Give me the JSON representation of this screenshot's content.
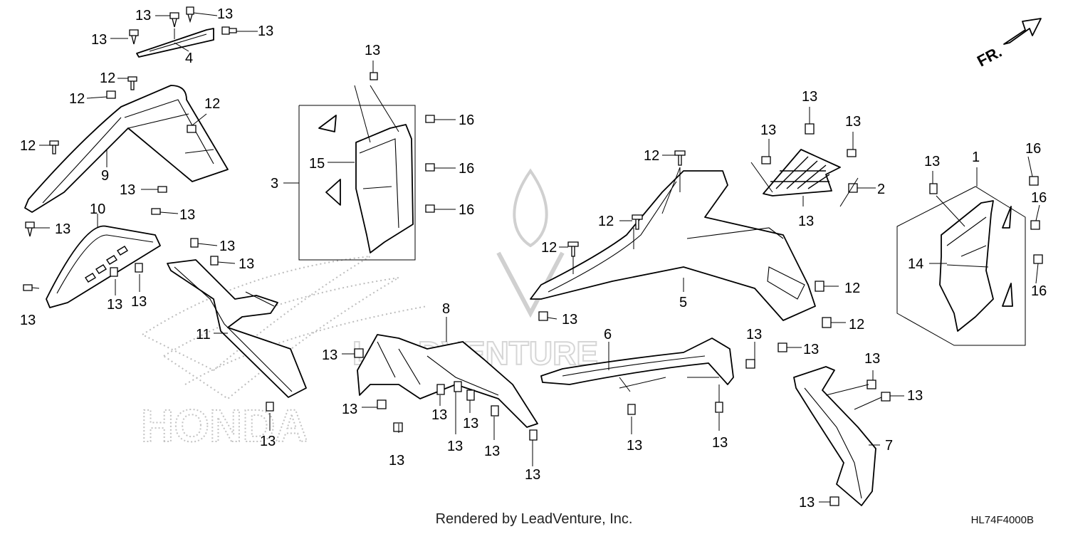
{
  "diagram": {
    "front_indicator": "FR.",
    "footer_credit": "Rendered by LeadVenture, Inc.",
    "diagram_code": "HL74F4000B",
    "watermark_brand": "HONDA",
    "callouts": [
      {
        "id": "c01",
        "label": "13"
      },
      {
        "id": "c02",
        "label": "13"
      },
      {
        "id": "c03",
        "label": "13"
      },
      {
        "id": "c04",
        "label": "13"
      },
      {
        "id": "c05",
        "label": "4"
      },
      {
        "id": "c06",
        "label": "12"
      },
      {
        "id": "c07",
        "label": "12"
      },
      {
        "id": "c08",
        "label": "12"
      },
      {
        "id": "c09",
        "label": "12"
      },
      {
        "id": "c10",
        "label": "9"
      },
      {
        "id": "c11",
        "label": "13"
      },
      {
        "id": "c12",
        "label": "10"
      },
      {
        "id": "c13",
        "label": "13"
      },
      {
        "id": "c14",
        "label": "13"
      },
      {
        "id": "c15",
        "label": "13"
      },
      {
        "id": "c16",
        "label": "13"
      },
      {
        "id": "c17",
        "label": "13"
      },
      {
        "id": "c18",
        "label": "13"
      },
      {
        "id": "c19",
        "label": "13"
      },
      {
        "id": "c20",
        "label": "11"
      },
      {
        "id": "c21",
        "label": "13"
      },
      {
        "id": "c22",
        "label": "13"
      },
      {
        "id": "c23",
        "label": "3"
      },
      {
        "id": "c24",
        "label": "15"
      },
      {
        "id": "c25",
        "label": "16"
      },
      {
        "id": "c26",
        "label": "16"
      },
      {
        "id": "c27",
        "label": "16"
      },
      {
        "id": "c28",
        "label": "8"
      },
      {
        "id": "c29",
        "label": "13"
      },
      {
        "id": "c30",
        "label": "13"
      },
      {
        "id": "c31",
        "label": "13"
      },
      {
        "id": "c32",
        "label": "13"
      },
      {
        "id": "c33",
        "label": "13"
      },
      {
        "id": "c34",
        "label": "13"
      },
      {
        "id": "c35",
        "label": "13"
      },
      {
        "id": "c36",
        "label": "13"
      },
      {
        "id": "c37",
        "label": "12"
      },
      {
        "id": "c38",
        "label": "12"
      },
      {
        "id": "c39",
        "label": "12"
      },
      {
        "id": "c40",
        "label": "13"
      },
      {
        "id": "c41",
        "label": "5"
      },
      {
        "id": "c42",
        "label": "12"
      },
      {
        "id": "c43",
        "label": "12"
      },
      {
        "id": "c44",
        "label": "6"
      },
      {
        "id": "c45",
        "label": "13"
      },
      {
        "id": "c46",
        "label": "13"
      },
      {
        "id": "c47",
        "label": "13"
      },
      {
        "id": "c48",
        "label": "13"
      },
      {
        "id": "c49",
        "label": "13"
      },
      {
        "id": "c50",
        "label": "13"
      },
      {
        "id": "c51",
        "label": "13"
      },
      {
        "id": "c52",
        "label": "2"
      },
      {
        "id": "c53",
        "label": "13"
      },
      {
        "id": "c54",
        "label": "13"
      },
      {
        "id": "c55",
        "label": "13"
      },
      {
        "id": "c56",
        "label": "7"
      },
      {
        "id": "c57",
        "label": "13"
      },
      {
        "id": "c58",
        "label": "13"
      },
      {
        "id": "c59",
        "label": "1"
      },
      {
        "id": "c60",
        "label": "16"
      },
      {
        "id": "c61",
        "label": "16"
      },
      {
        "id": "c62",
        "label": "14"
      },
      {
        "id": "c63",
        "label": "16"
      }
    ]
  }
}
